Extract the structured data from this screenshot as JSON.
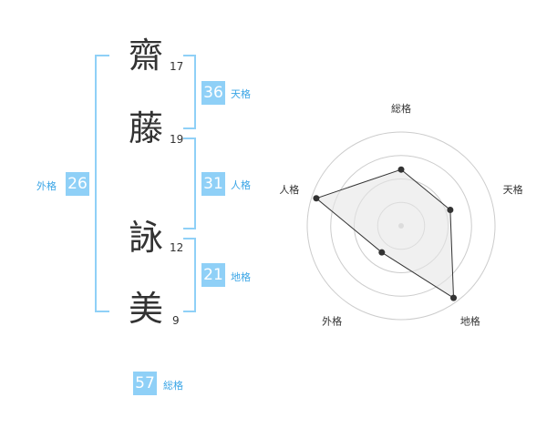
{
  "name": {
    "chars": [
      {
        "char": "齋",
        "strokes": "17"
      },
      {
        "char": "藤",
        "strokes": "19"
      },
      {
        "char": "詠",
        "strokes": "12"
      },
      {
        "char": "美",
        "strokes": "9"
      }
    ]
  },
  "kaku": {
    "tenkaku": {
      "value": "36",
      "label": "天格"
    },
    "jinkaku": {
      "value": "31",
      "label": "人格"
    },
    "chikaku": {
      "value": "21",
      "label": "地格"
    },
    "gaikaku": {
      "value": "26",
      "label": "外格"
    },
    "soukaku": {
      "value": "57",
      "label": "総格"
    }
  },
  "colors": {
    "accent": "#8fd0f7",
    "accent_text": "#3aa5e6",
    "radar_fill": "#e6e6e6",
    "radar_line": "#333333"
  },
  "chart_data": {
    "type": "radar",
    "axes": [
      "総格",
      "天格",
      "地格",
      "外格",
      "人格"
    ],
    "values": [
      0.6,
      0.55,
      0.95,
      0.35,
      0.95
    ],
    "rings": 4
  }
}
